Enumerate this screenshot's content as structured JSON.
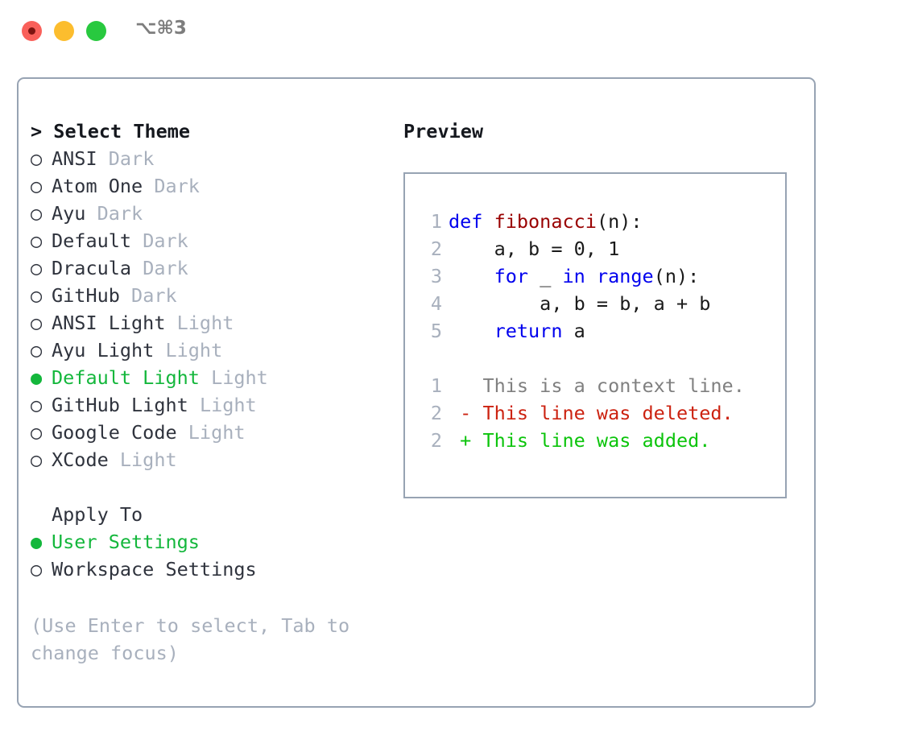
{
  "titlebar": {
    "shortcut": "⌥⌘3",
    "buttons": [
      {
        "name": "close",
        "color": "#f9605a"
      },
      {
        "name": "minimize",
        "color": "#fcbd2e"
      },
      {
        "name": "maximize",
        "color": "#28c93f"
      }
    ]
  },
  "theme_picker": {
    "header": "> Select Theme",
    "bullet_selected": "●",
    "bullet_unselected": "○",
    "items": [
      {
        "name": "ANSI",
        "tag": "Dark",
        "selected": false
      },
      {
        "name": "Atom One",
        "tag": "Dark",
        "selected": false
      },
      {
        "name": "Ayu",
        "tag": "Dark",
        "selected": false
      },
      {
        "name": "Default",
        "tag": "Dark",
        "selected": false
      },
      {
        "name": "Dracula",
        "tag": "Dark",
        "selected": false
      },
      {
        "name": "GitHub",
        "tag": "Dark",
        "selected": false
      },
      {
        "name": "ANSI Light",
        "tag": "Light",
        "selected": false
      },
      {
        "name": "Ayu Light",
        "tag": "Light",
        "selected": false
      },
      {
        "name": "Default Light",
        "tag": "Light",
        "selected": true
      },
      {
        "name": "GitHub Light",
        "tag": "Light",
        "selected": false
      },
      {
        "name": "Google Code",
        "tag": "Light",
        "selected": false
      },
      {
        "name": "XCode",
        "tag": "Light",
        "selected": false
      }
    ]
  },
  "apply_to": {
    "header": "Apply To",
    "items": [
      {
        "name": "User Settings",
        "selected": true
      },
      {
        "name": "Workspace Settings",
        "selected": false
      }
    ]
  },
  "hint": "(Use Enter to select, Tab to change focus)",
  "preview": {
    "title": "Preview",
    "code_lines": [
      {
        "no": "1",
        "segments": [
          {
            "t": "def ",
            "c": "kw"
          },
          {
            "t": "fibonacci",
            "c": "fn"
          },
          {
            "t": "(n):",
            "c": "plain"
          }
        ]
      },
      {
        "no": "2",
        "segments": [
          {
            "t": "    a, b = 0, 1",
            "c": "plain"
          }
        ]
      },
      {
        "no": "3",
        "segments": [
          {
            "t": "    ",
            "c": "plain"
          },
          {
            "t": "for",
            "c": "kw"
          },
          {
            "t": " _ ",
            "c": "plain"
          },
          {
            "t": "in",
            "c": "kw"
          },
          {
            "t": " ",
            "c": "plain"
          },
          {
            "t": "range",
            "c": "kw"
          },
          {
            "t": "(n):",
            "c": "plain"
          }
        ]
      },
      {
        "no": "4",
        "segments": [
          {
            "t": "        a, b = b, a + b",
            "c": "plain"
          }
        ]
      },
      {
        "no": "5",
        "segments": [
          {
            "t": "    ",
            "c": "plain"
          },
          {
            "t": "return",
            "c": "kw"
          },
          {
            "t": " a",
            "c": "plain"
          }
        ]
      }
    ],
    "diff_lines": [
      {
        "no": "1",
        "segments": [
          {
            "t": "   This is a context line.",
            "c": "ctx"
          }
        ]
      },
      {
        "no": "2",
        "segments": [
          {
            "t": " - This line was deleted.",
            "c": "del"
          }
        ]
      },
      {
        "no": "2",
        "segments": [
          {
            "t": " + This line was added.",
            "c": "add"
          }
        ]
      }
    ]
  },
  "colors": {
    "selected_green": "#14b73c",
    "diff_added_green": "#0bc40b",
    "diff_deleted_red": "#cc2210",
    "keyword_blue": "#0000ee",
    "function_red": "#990000",
    "muted_gray": "#a8b0bd",
    "border": "#97a3b3"
  }
}
